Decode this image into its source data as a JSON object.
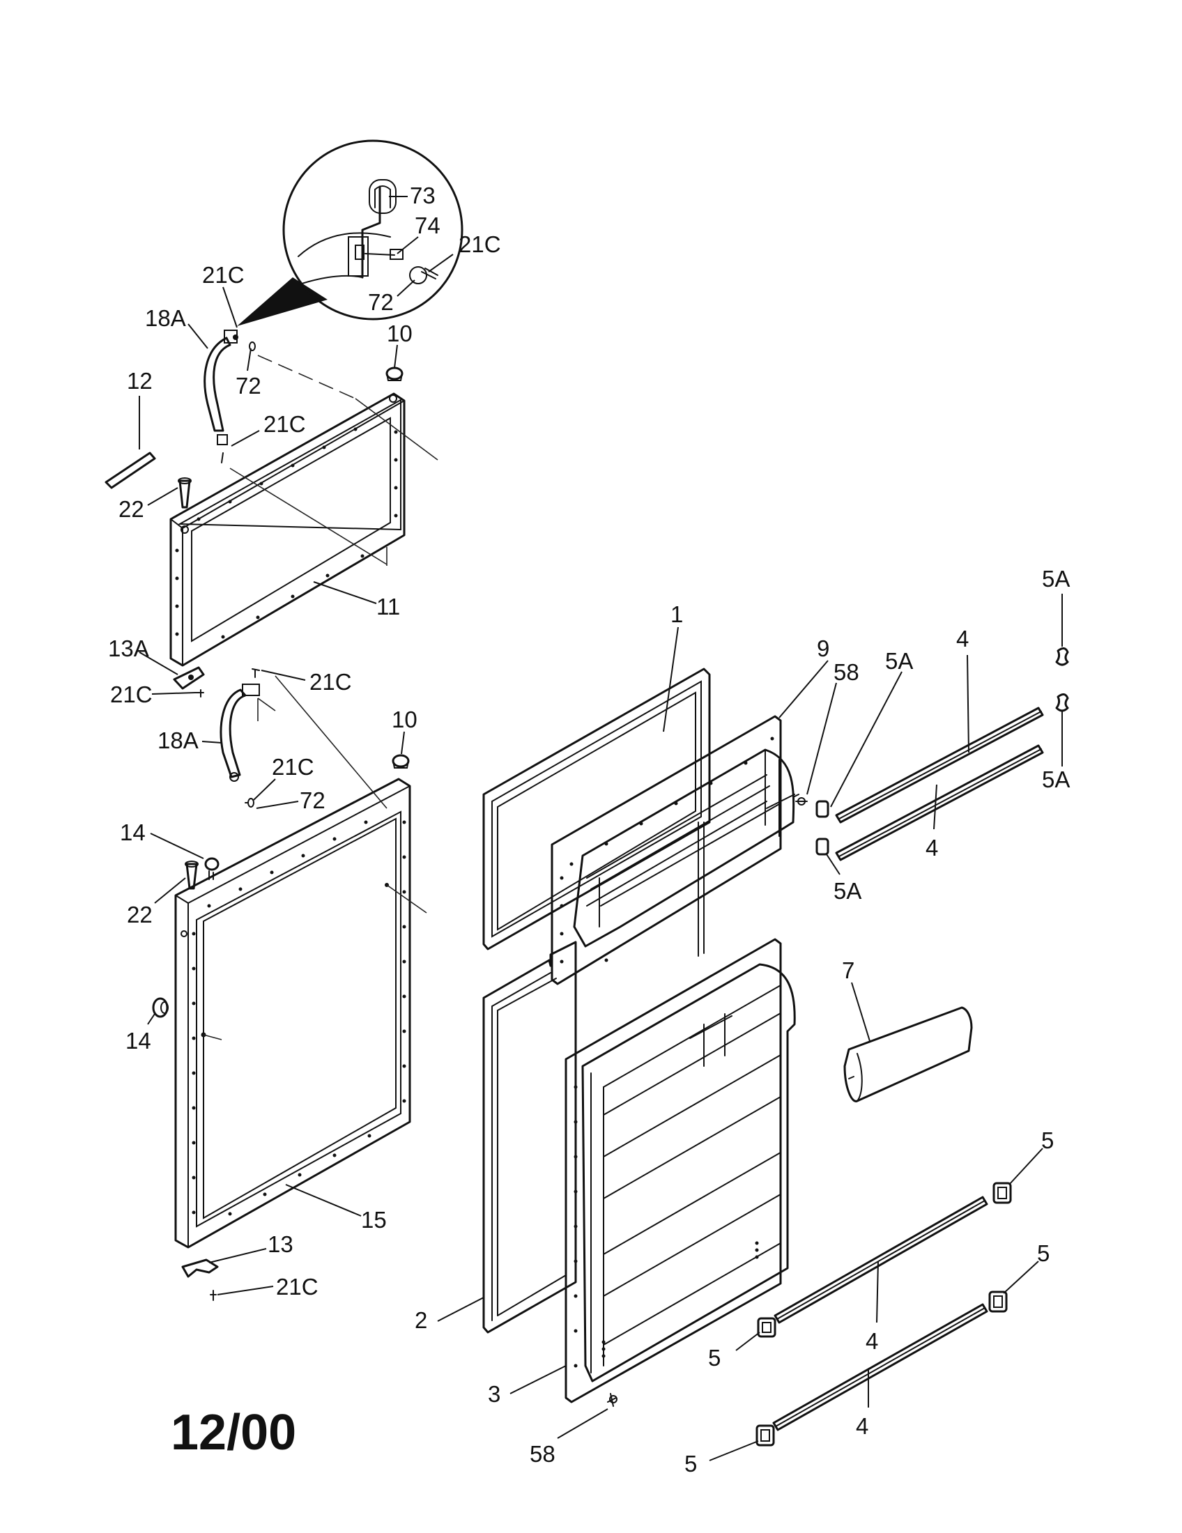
{
  "labels": {
    "l73": "73",
    "l74": "74",
    "l21c_zoom": "21C",
    "l72_zoom": "72",
    "l21c_a": "21C",
    "l18a_a": "18A",
    "l72_a": "72",
    "l10_a": "10",
    "l12": "12",
    "l21c_b": "21C",
    "l22_a": "22",
    "l11": "11",
    "l13a": "13A",
    "l21c_c": "21C",
    "l21c_d": "21C",
    "l18a_b": "18A",
    "l10_b": "10",
    "l21c_e": "21C",
    "l72_b": "72",
    "l14_a": "14",
    "l22_b": "22",
    "l14_b": "14",
    "l15": "15",
    "l13": "13",
    "l21c_f": "21C",
    "l1": "1",
    "l9": "9",
    "l58_a": "58",
    "l5a_a": "5A",
    "l4_a": "4",
    "l5a_b": "5A",
    "l5a_c": "5A",
    "l4_b": "4",
    "l5a_d": "5A",
    "l7": "7",
    "l5_a": "5",
    "l5_b": "5",
    "l4_c": "4",
    "l5_c": "5",
    "l4_d": "4",
    "l5_d": "5",
    "l2": "2",
    "l3": "3",
    "l58_b": "58"
  },
  "date_code": "12/00"
}
